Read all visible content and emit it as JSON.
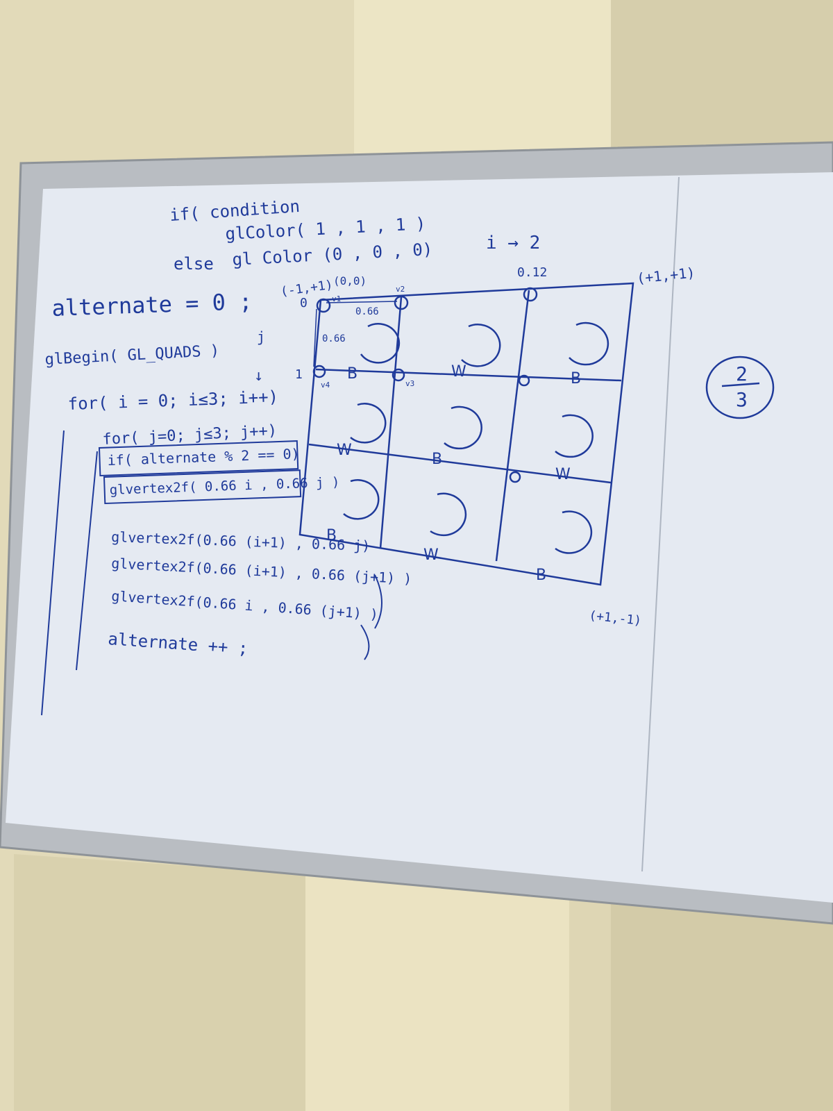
{
  "colors": {
    "wall": "#d9d2b4",
    "wall_light": "#e8e2c6",
    "wall_shadow": "#b9b292",
    "frame": "#b8bcc0",
    "board": "#e6ebf3",
    "ink": "#1f3a9a"
  },
  "code": {
    "if_line": "if( condition",
    "color_white": "glColor( 1 , 1 , 1 )",
    "else_line": "else",
    "color_black": "gl Color (0 , 0 , 0)",
    "alternate_init": "alternate = 0 ;",
    "begin": "glBegin( GL_QUADS )",
    "outer_loop": "for( i = 0; i≤3; i++)",
    "inner_loop": "for( j=0; j≤3; j++)",
    "if_alternate": "if( alternate % 2 == 0)",
    "vertex1": "glvertex2f( 0.66 i , 0.66 j )",
    "vertex2": "glvertex2f(0.66 (i+1) , 0.66 j)",
    "vertex3": "glvertex2f(0.66 (i+1) , 0.66 (j+1) )",
    "vertex4": "glvertex2f(0.66 i , 0.66 (j+1) )",
    "increment": "alternate ++ ;"
  },
  "diagram": {
    "i_arrow": "i → 2",
    "j_arrow": "j",
    "top_left": "(-1,+1)",
    "origin": "(0,0)",
    "top_right": "(+1,+1)",
    "bottom_right": "(+1,-1)",
    "top_value": "0.12",
    "width_label": "0.66",
    "height_label": "0.66",
    "zero_label": "0",
    "one_label": "1",
    "v1": "v1",
    "v2": "v2",
    "v3": "v3",
    "v4": "v4",
    "cells": [
      "B",
      "W",
      "B",
      "W",
      "B",
      "W",
      "B",
      "W",
      "B"
    ]
  },
  "fraction": {
    "numerator": "2",
    "denominator": "3"
  }
}
